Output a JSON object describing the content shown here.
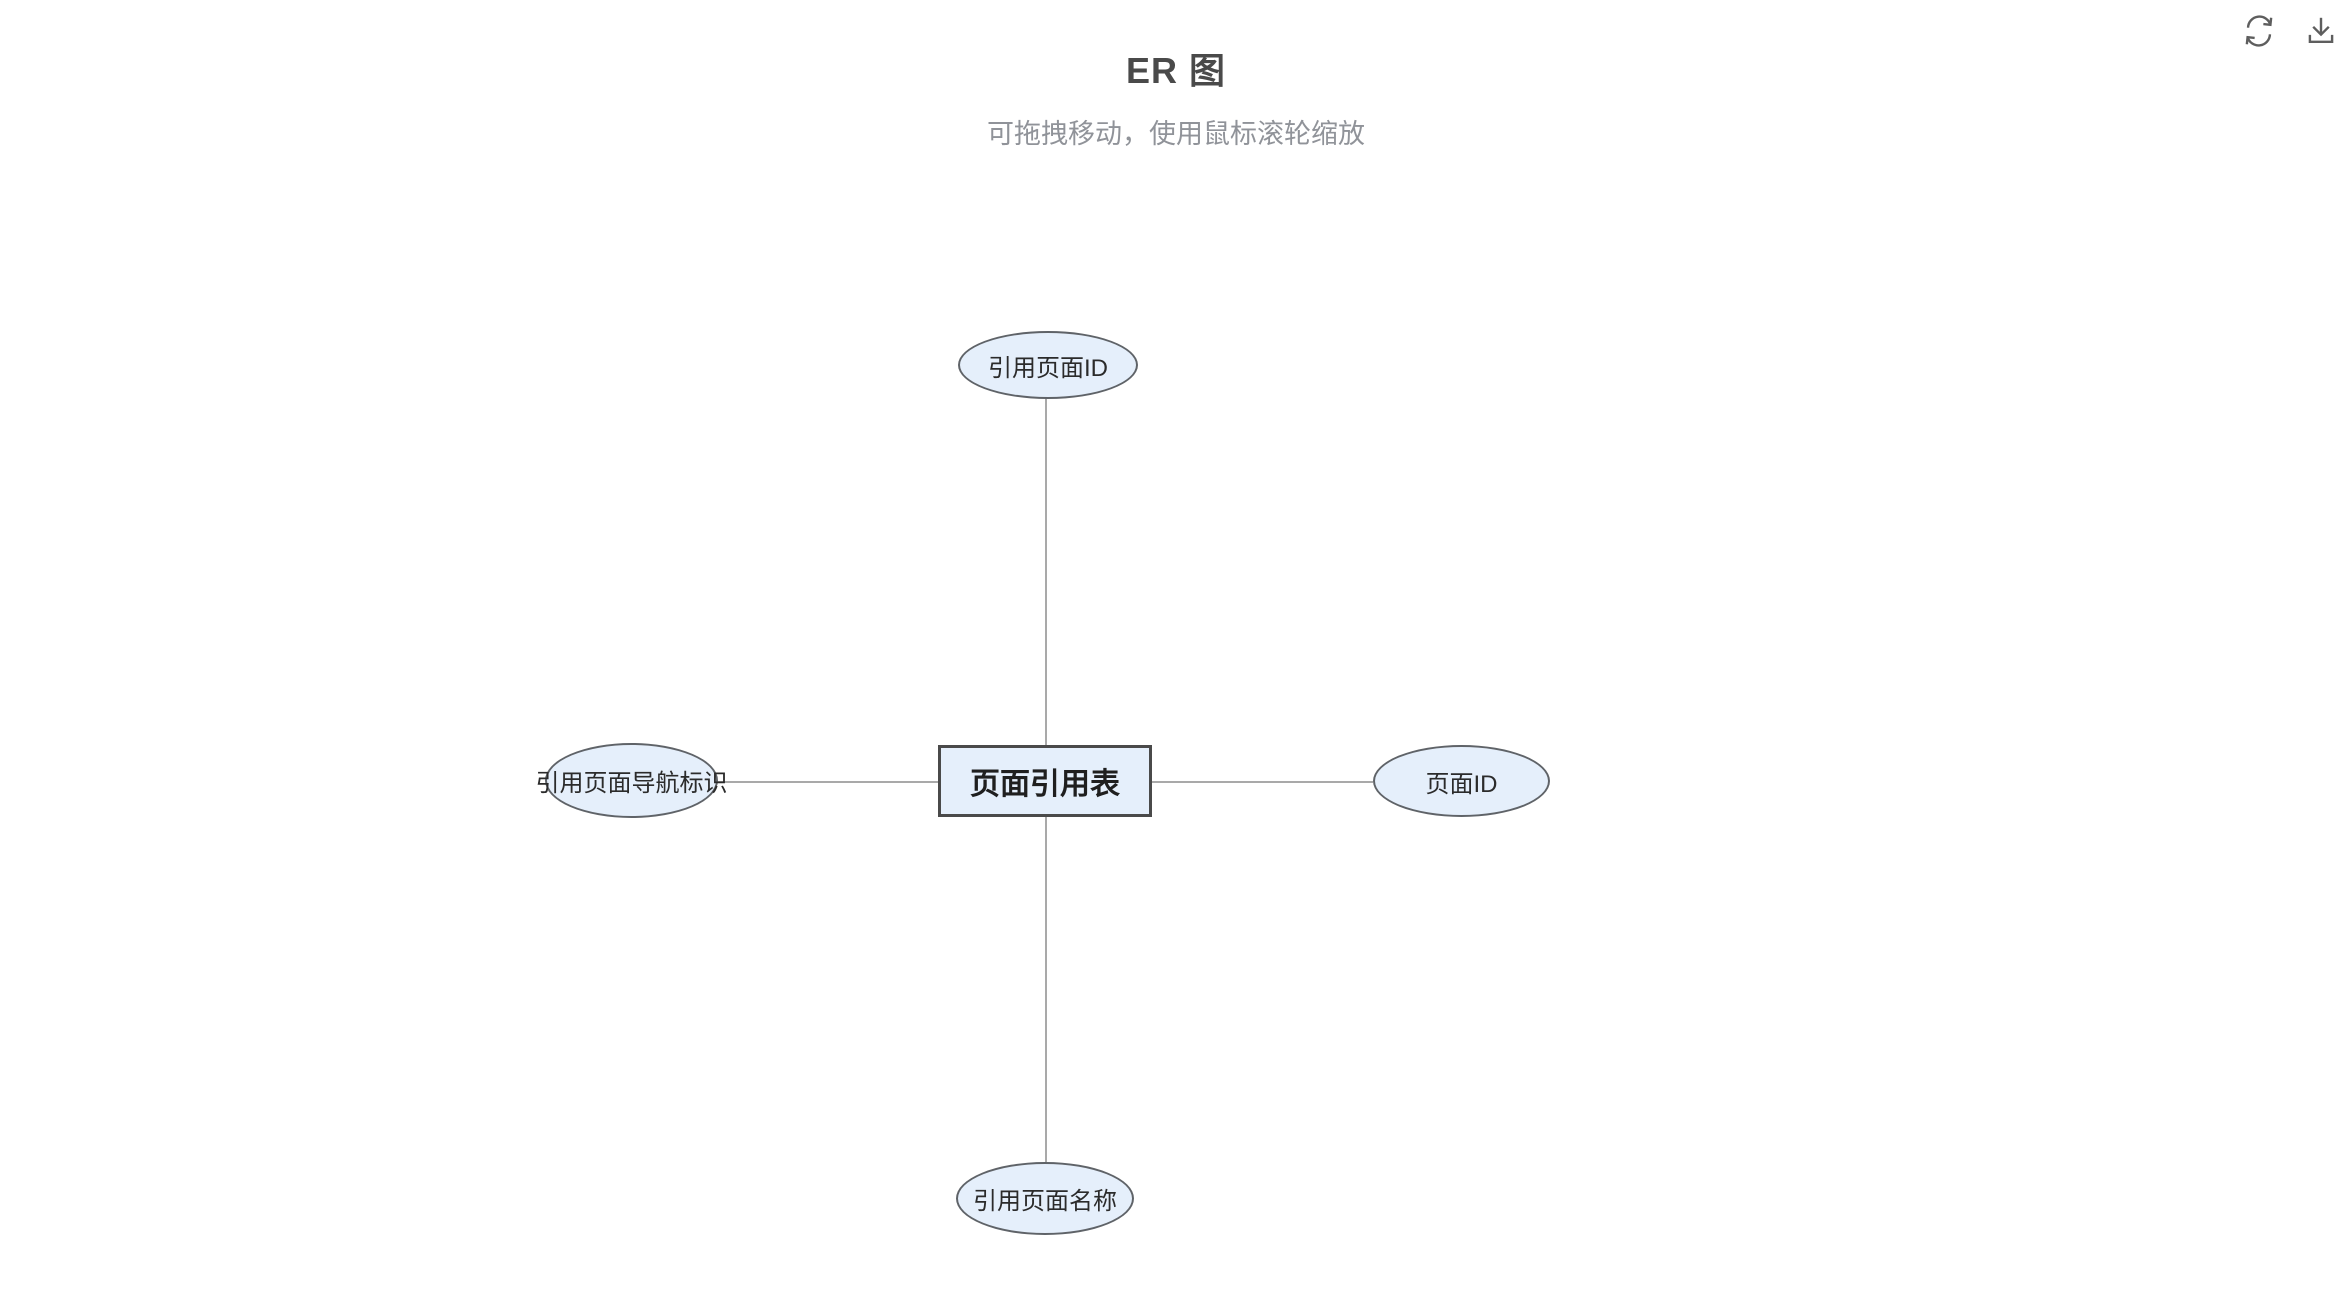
{
  "header": {
    "title": "ER 图",
    "subtitle": "可拖拽移动，使用鼠标滚轮缩放"
  },
  "toolbar": {
    "icons": [
      {
        "name": "refresh-icon"
      },
      {
        "name": "download-icon"
      }
    ]
  },
  "diagram": {
    "entity": {
      "label": "页面引用表"
    },
    "attributes": [
      {
        "position": "top",
        "label": "引用页面ID"
      },
      {
        "position": "left",
        "label": "引用页面导航标识"
      },
      {
        "position": "right",
        "label": "页面ID"
      },
      {
        "position": "bottom",
        "label": "引用页面名称"
      }
    ],
    "colors": {
      "node_fill": "#e5effb",
      "node_border": "#5f6368",
      "entity_border": "#4a4a4a",
      "edge": "#a9a9a9",
      "title": "#4a4a4a",
      "subtitle": "#909399",
      "icon": "#5e5e5e",
      "label": "#2b2b2b"
    }
  }
}
